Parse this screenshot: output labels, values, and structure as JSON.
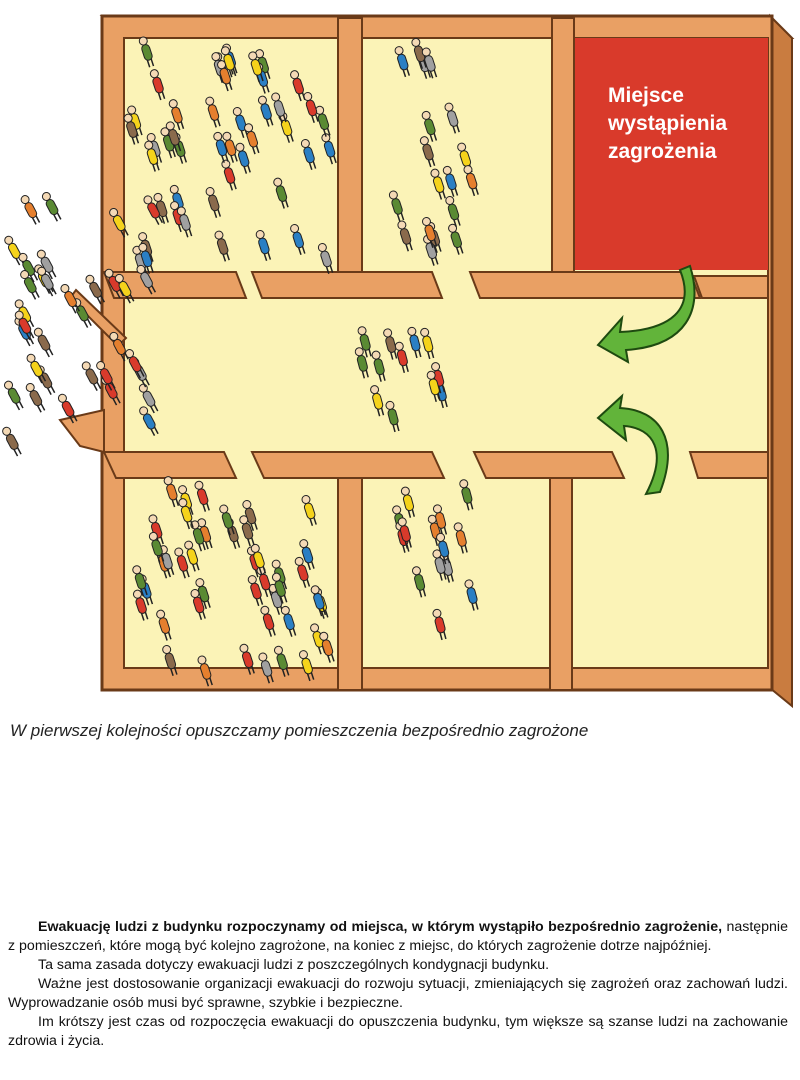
{
  "plan": {
    "danger_label_lines": [
      "Miejsce",
      "wystąpienia",
      "zagrożenia"
    ],
    "colors": {
      "wall": "#e9a064",
      "floor": "#fbf3b7",
      "danger_room": "#d93a2b",
      "arrow": "#62b43a",
      "people": [
        "#d93a2b",
        "#2a7fc4",
        "#f5d31b",
        "#5a8a33",
        "#8a6a4c",
        "#e57f2e",
        "#a0a0a0"
      ]
    },
    "icons": [
      "person-icon",
      "evacuation-arrow-icon",
      "door-icon"
    ]
  },
  "caption": "W pierwszej kolejności opuszczamy pomieszczenia bezpośrednio zagrożone",
  "paragraph1": {
    "bold_a": "Ewakuację ludzi z budynku rozpoczynamy od miejsca, w którym wystąpiło bezpośrednio zagrożenie,",
    "rest": " następnie z pomieszczeń, które mogą być kolejno zagrożone, na koniec z miejsc, do których zagrożenie dotrze najpóźniej."
  },
  "paragraph2": "Ta sama zasada dotyczy ewakuacji ludzi z poszczególnych kondygnacji budynku.",
  "paragraph3": "Ważne jest dostosowanie organizacji ewakuacji do rozwoju sytuacji, zmieniających się zagrożeń oraz zachowań ludzi. Wyprowadzanie osób musi być sprawne, szybkie i bezpieczne.",
  "paragraph4": "Im krótszy jest czas od rozpoczęcia ewakuacji do opuszczenia budynku, tym większe są szanse ludzi na zachowanie zdrowia i życia."
}
